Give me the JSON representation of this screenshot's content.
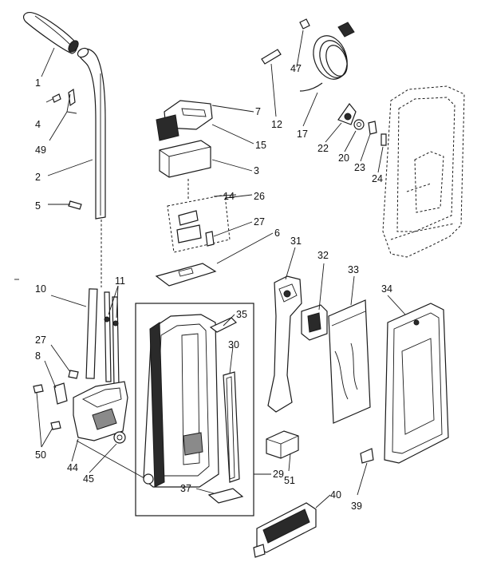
{
  "labels": {
    "n1": "1",
    "n2": "2",
    "n3": "3",
    "n4": "4",
    "n5": "5",
    "n6": "6",
    "n7": "7",
    "n8": "8",
    "n10": "10",
    "n11": "11",
    "n12": "12",
    "n14": "14",
    "n15": "15",
    "n17": "17",
    "n20": "20",
    "n22": "22",
    "n23": "23",
    "n24": "24",
    "n26": "26",
    "n27a": "27",
    "n27b": "27",
    "n29": "29",
    "n30": "30",
    "n31": "31",
    "n32": "32",
    "n33": "33",
    "n34": "34",
    "n35": "35",
    "n37": "37",
    "n39": "39",
    "n40": "40",
    "n44": "44",
    "n45": "45",
    "n47": "47",
    "n49": "49",
    "n50": "50",
    "n51": "51"
  }
}
